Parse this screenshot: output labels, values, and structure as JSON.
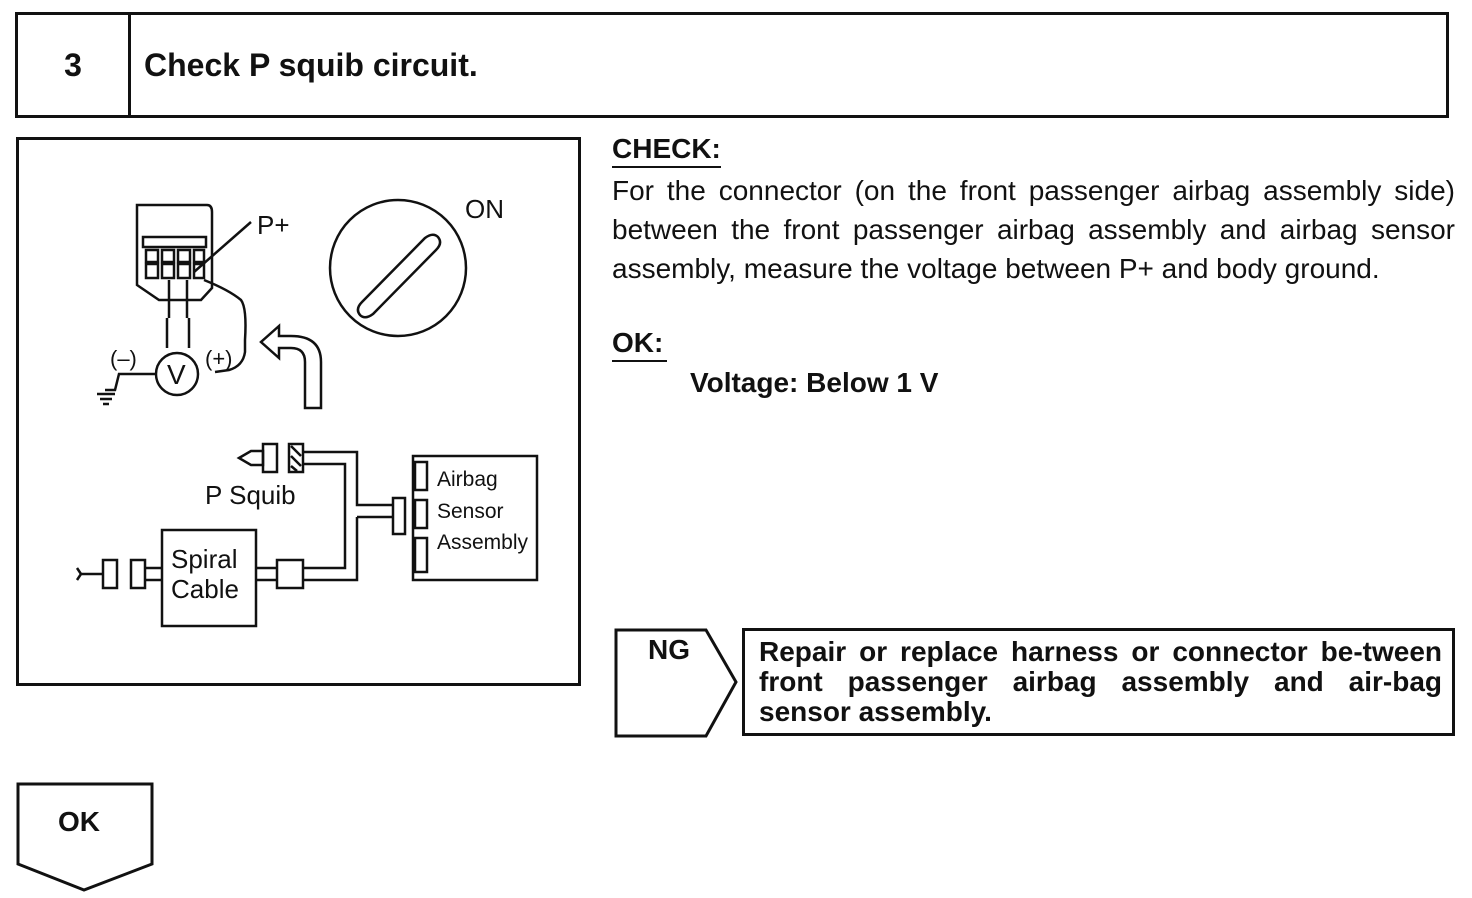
{
  "step": {
    "number": "3",
    "title": "Check P squib circuit."
  },
  "figure": {
    "ign_label": "ON",
    "terminal_label": "P+",
    "meter_neg": "(–)",
    "meter_pos": "(+)",
    "meter_symbol": "V",
    "squib_label": "P Squib",
    "spiral_line1": "Spiral",
    "spiral_line2": "Cable",
    "sensor_line1": "Airbag",
    "sensor_line2": "Sensor",
    "sensor_line3": "Assembly"
  },
  "check": {
    "heading": "CHECK:",
    "text": "For the connector (on the front passenger airbag assembly side) between the front passenger airbag assembly and airbag sensor assembly, measure the voltage between P+ and body ground."
  },
  "ok": {
    "heading": "OK:",
    "spec": "Voltage: Below 1 V"
  },
  "ng": {
    "label": "NG",
    "action": "Repair or replace harness or connector be-tween front passenger airbag assembly and air-bag sensor assembly."
  },
  "next": {
    "label": "OK"
  }
}
